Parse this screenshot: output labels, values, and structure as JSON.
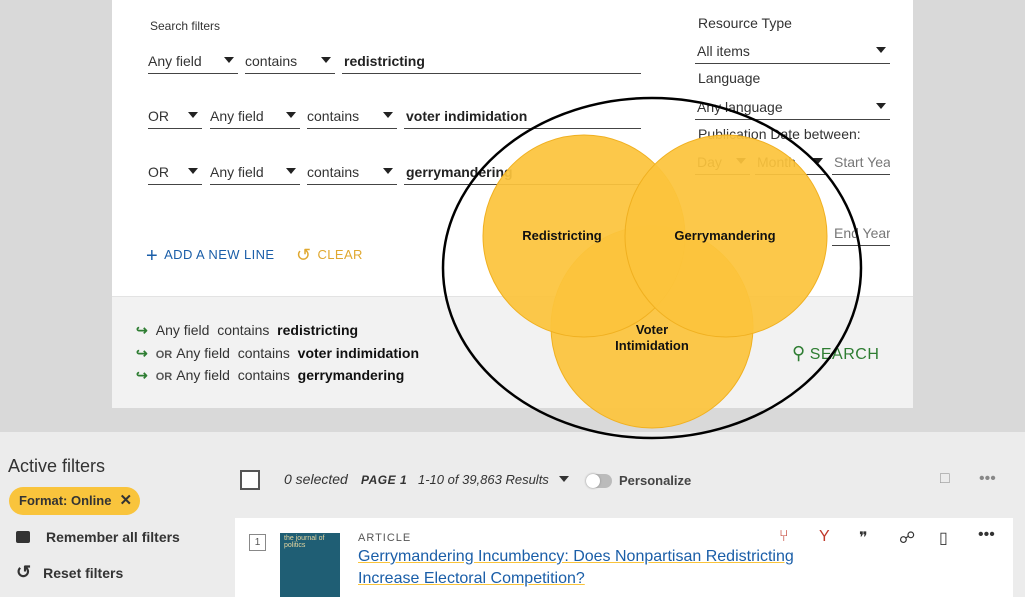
{
  "filters": {
    "header": "Search filters",
    "rows": [
      {
        "operator": "",
        "field": "Any field",
        "condition": "contains",
        "value": "redistricting"
      },
      {
        "operator": "OR",
        "field": "Any field",
        "condition": "contains",
        "value": "voter indimidation"
      },
      {
        "operator": "OR",
        "field": "Any field",
        "condition": "contains",
        "value": "gerrymandering"
      }
    ],
    "add_line": "ADD A NEW LINE",
    "clear": "CLEAR"
  },
  "side_filters": {
    "resource_type_label": "Resource Type",
    "resource_type_value": "All items",
    "language_label": "Language",
    "language_value": "Any language",
    "pub_date_label": "Publication Date between:",
    "day_label": "Day",
    "month_label": "Month",
    "start_year_placeholder": "Start Yea",
    "end_year_placeholder": "End Year"
  },
  "summary": {
    "lines": [
      {
        "op": "",
        "field": "Any field",
        "cond": "contains",
        "value": "redistricting"
      },
      {
        "op": "OR",
        "field": "Any field",
        "cond": "contains",
        "value": "voter indimidation"
      },
      {
        "op": "OR",
        "field": "Any field",
        "cond": "contains",
        "value": "gerrymandering"
      }
    ],
    "search_label": "SEARCH"
  },
  "venn": {
    "labels": [
      "Redistricting",
      "Gerrymandering",
      "Voter",
      "Intimidation"
    ],
    "fill": "#fcc43c",
    "outline": "#000000"
  },
  "results": {
    "active_filters_title": "Active filters",
    "chip_label": "Format: Online",
    "remember": "Remember all filters",
    "reset": "Reset filters",
    "selected": "0 selected",
    "page": "PAGE 1",
    "count": "1-10 of 39,863 Results",
    "personalize": "Personalize",
    "item_number": "1",
    "item_type": "ARTICLE",
    "item_title_1": "Gerrymandering Incumbency: Does Nonpartisan Redistricting",
    "item_title_2": "Increase Electoral Competition?",
    "cover_text": "the journal of politics"
  },
  "colors": {
    "accent_green": "#2e7d32",
    "accent_blue": "#1a5ea8",
    "chip_yellow": "#f9c43c",
    "action_red": "#c0392b"
  }
}
